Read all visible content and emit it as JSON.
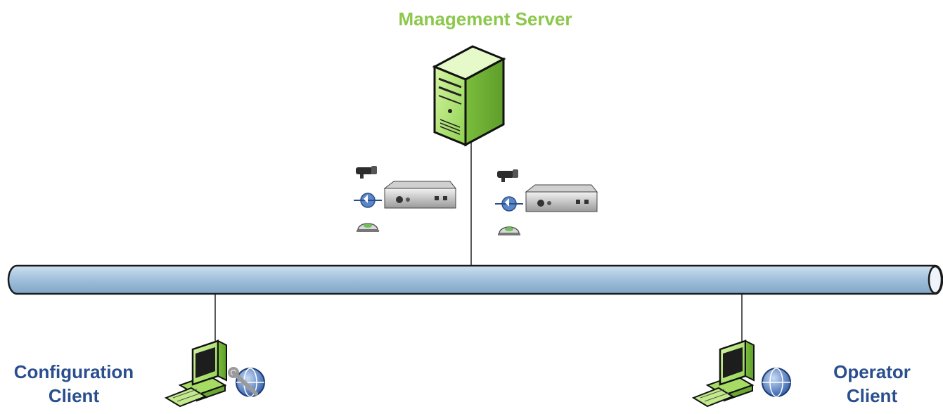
{
  "nodes": {
    "server": {
      "title": "Management Server"
    },
    "config_client": {
      "line1": "Configuration",
      "line2": "Client"
    },
    "operator_client": {
      "line1": "Operator",
      "line2": "Client"
    }
  },
  "colors": {
    "server_label": "#8cc84b",
    "client_label": "#2a4f8f",
    "network_fill": "#a9c7e0",
    "network_stroke": "#1a1a1a",
    "device_green": "#b5e27a",
    "device_dark": "#333333"
  },
  "icons": {
    "server": "tower-server-icon",
    "encoder": "video-encoder-icon",
    "camera": "camera-icon",
    "decoder": "decoder-disc-icon",
    "alarm": "alarm-dome-icon",
    "workstation": "workstation-icon",
    "globe": "globe-icon",
    "wrench": "wrench-icon"
  }
}
